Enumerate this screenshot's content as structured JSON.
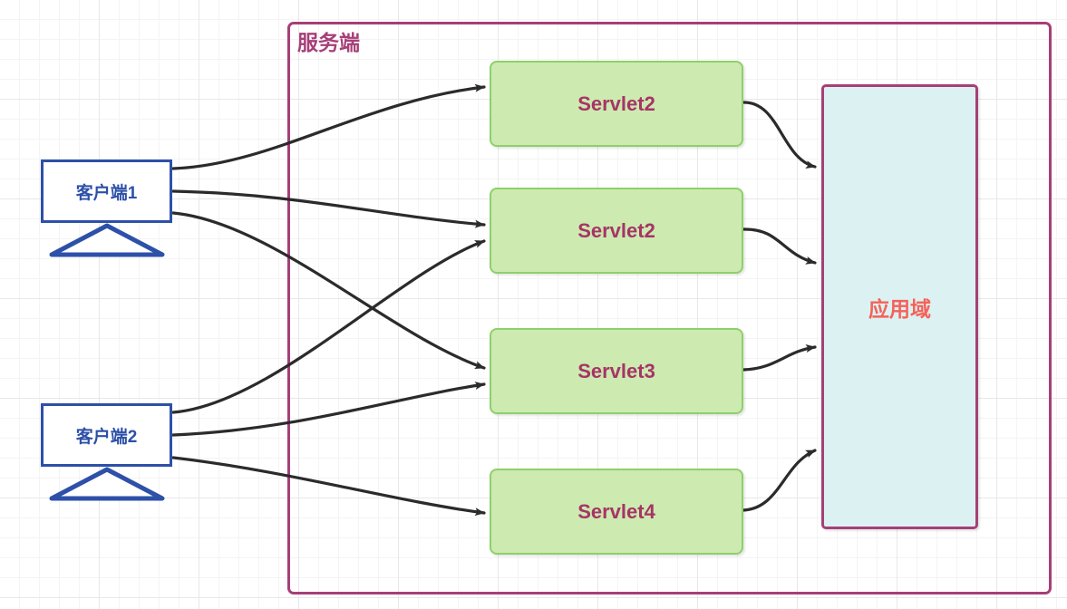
{
  "diagram": {
    "title": "服务端",
    "background": "grid",
    "colors": {
      "server_border": "#a63f78",
      "server_title_text": "#a63f78",
      "client_border": "#2d50a8",
      "client_text": "#2d50a8",
      "servlet_fill": "#cdeab0",
      "servlet_border": "#8ed06a",
      "servlet_text": "#a63566",
      "appscope_fill": "#dcf2f2",
      "appscope_border": "#a63f78",
      "appscope_text": "#f5625a",
      "edge": "#2b2b2b",
      "grid_line": "#e8e8e8"
    }
  },
  "clients": [
    {
      "id": "client1",
      "label": "客户端1",
      "shape": "monitor"
    },
    {
      "id": "client2",
      "label": "客户端2",
      "shape": "monitor"
    }
  ],
  "servlets": [
    {
      "id": "servlet-a",
      "label": "Servlet2"
    },
    {
      "id": "servlet-b",
      "label": "Servlet2"
    },
    {
      "id": "servlet-c",
      "label": "Servlet3"
    },
    {
      "id": "servlet-d",
      "label": "Servlet4"
    }
  ],
  "appscope": {
    "id": "app-scope",
    "label": "应用域"
  },
  "edges": [
    {
      "from": "client1",
      "to": "servlet-a"
    },
    {
      "from": "client1",
      "to": "servlet-b"
    },
    {
      "from": "client1",
      "to": "servlet-c"
    },
    {
      "from": "client2",
      "to": "servlet-b"
    },
    {
      "from": "client2",
      "to": "servlet-c"
    },
    {
      "from": "client2",
      "to": "servlet-d"
    },
    {
      "from": "servlet-a",
      "to": "app-scope"
    },
    {
      "from": "servlet-b",
      "to": "app-scope"
    },
    {
      "from": "servlet-c",
      "to": "app-scope"
    },
    {
      "from": "servlet-d",
      "to": "app-scope"
    }
  ]
}
